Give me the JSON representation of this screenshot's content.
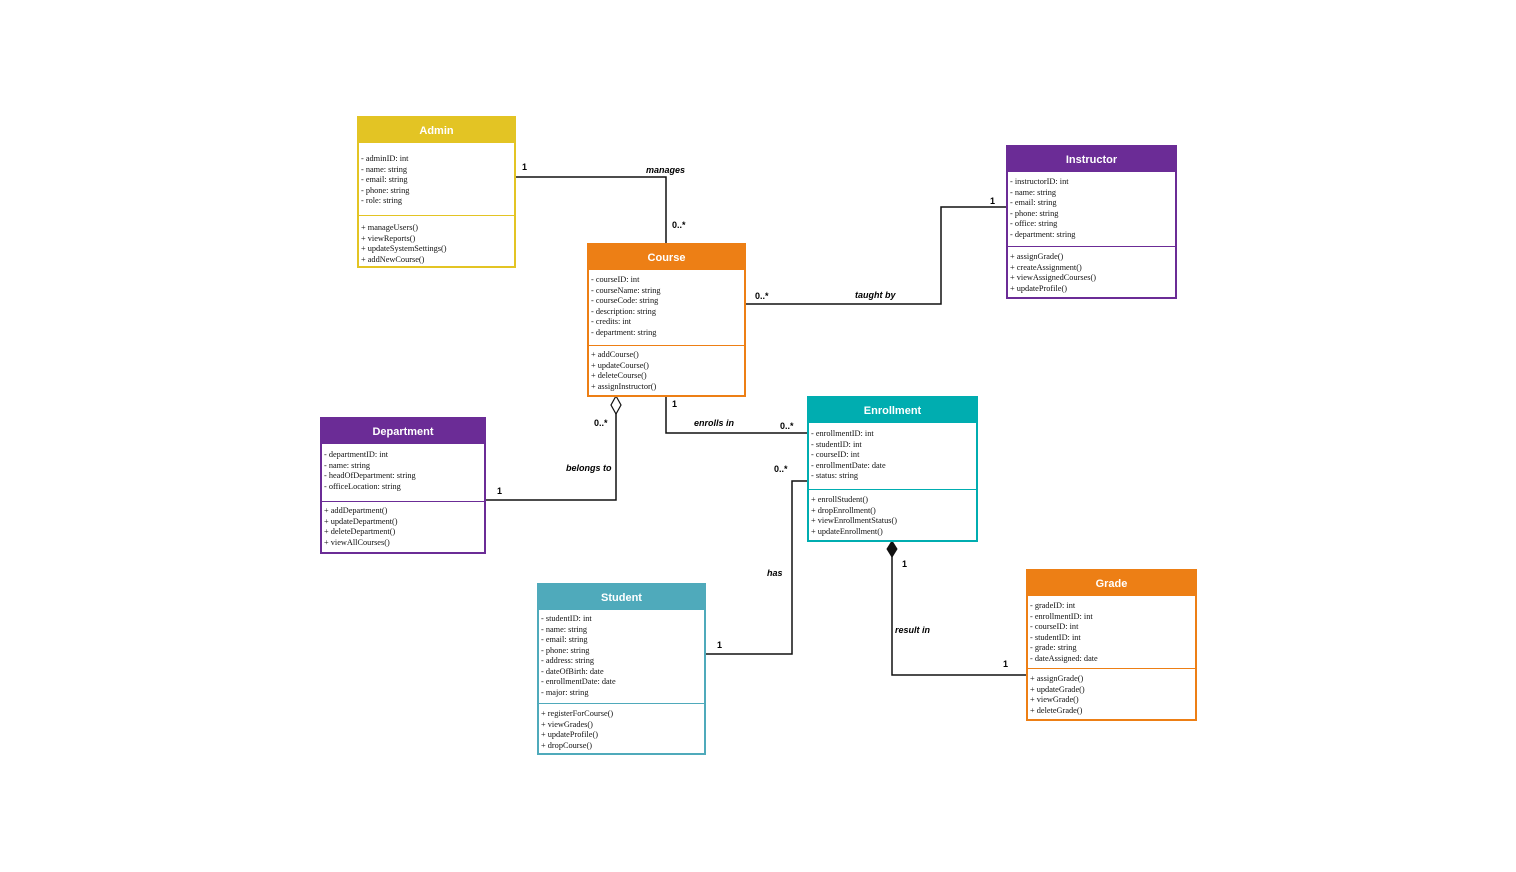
{
  "colors": {
    "admin": "#e3c424",
    "course": "#ed7f15",
    "instructor": "#6b2c96",
    "department": "#6b2c96",
    "enrollment": "#00adb0",
    "student": "#4faabb",
    "grade": "#ed7f15"
  },
  "classes": {
    "admin": {
      "name": "Admin",
      "attributes": [
        "- adminID: int",
        "- name: string",
        "- email: string",
        "- phone: string",
        "- role: string"
      ],
      "methods": [
        "+ manageUsers()",
        "+ viewReports()",
        "+ updateSystemSettings()",
        "+ addNewCourse()"
      ]
    },
    "course": {
      "name": "Course",
      "attributes": [
        "- courseID: int",
        "- courseName: string",
        "- courseCode: string",
        "- description: string",
        "- credits: int",
        "- department: string"
      ],
      "methods": [
        "+ addCourse()",
        "+ updateCourse()",
        "+ deleteCourse()",
        "+ assignInstructor()"
      ]
    },
    "instructor": {
      "name": "Instructor",
      "attributes": [
        "- instructorID: int",
        "- name: string",
        "- email: string",
        "- phone: string",
        "- office: string",
        "- department: string"
      ],
      "methods": [
        "+ assignGrade()",
        "+ createAssignment()",
        "+ viewAssignedCourses()",
        "+ updateProfile()"
      ]
    },
    "department": {
      "name": "Department",
      "attributes": [
        "- departmentID: int",
        "- name: string",
        "- headOfDepartment: string",
        "- officeLocation: string"
      ],
      "methods": [
        "+ addDepartment()",
        "+ updateDepartment()",
        "+ deleteDepartment()",
        "+ viewAllCourses()"
      ]
    },
    "enrollment": {
      "name": "Enrollment",
      "attributes": [
        "- enrollmentID: int",
        "- studentID: int",
        "- courseID: int",
        "- enrollmentDate: date",
        "- status: string"
      ],
      "methods": [
        "+ enrollStudent()",
        "+ dropEnrollment()",
        "+ viewEnrollmentStatus()",
        "+ updateEnrollment()"
      ]
    },
    "student": {
      "name": "Student",
      "attributes": [
        "- studentID: int",
        "- name: string",
        "- email: string",
        "- phone: string",
        "- address: string",
        "- dateOfBirth: date",
        "- enrollmentDate: date",
        "- major: string"
      ],
      "methods": [
        "+ registerForCourse()",
        "+ viewGrades()",
        "+ updateProfile()",
        "+ dropCourse()"
      ]
    },
    "grade": {
      "name": "Grade",
      "attributes": [
        "- gradeID: int",
        "- enrollmentID: int",
        "- courseID: int",
        "- studentID: int",
        "- grade: string",
        "- dateAssigned: date"
      ],
      "methods": [
        "+ assignGrade()",
        "+ updateGrade()",
        "+ viewGrade()",
        "+ deleteGrade()"
      ]
    }
  },
  "relations": {
    "manages": {
      "label": "manages",
      "source_mult": "1",
      "target_mult": "0..*"
    },
    "taught_by": {
      "label": "taught by",
      "source_mult": "0..*",
      "target_mult": "1"
    },
    "belongs_to": {
      "label": "belongs to",
      "source_mult": "0..*",
      "target_mult": "1"
    },
    "enrolls_in": {
      "label": "enrolls in",
      "source_mult": "1",
      "target_mult": "0..*"
    },
    "has": {
      "label": "has",
      "source_mult": "0..*",
      "target_mult": "1"
    },
    "result_in": {
      "label": "result in",
      "source_mult": "1",
      "target_mult": "1"
    }
  }
}
